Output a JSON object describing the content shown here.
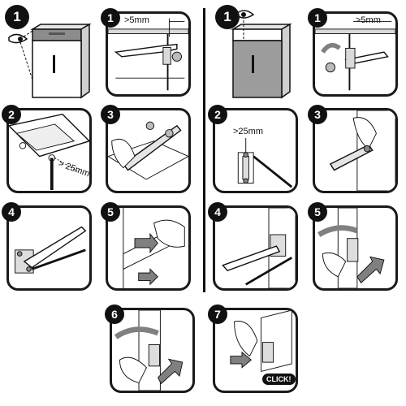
{
  "colors": {
    "ink": "#111111",
    "arrow": "#808080",
    "cabinet_grey": "#9c9c9c",
    "light_grey": "#d9d9d9"
  },
  "left_column": {
    "step_0": {
      "badge": "1",
      "icon": "eye-icon"
    },
    "step_1": {
      "badge": "1",
      "measure": ">5mm"
    },
    "step_2": {
      "badge": "2",
      "measure": "> 25mm"
    },
    "step_3": {
      "badge": "3"
    },
    "step_4": {
      "badge": "4"
    },
    "step_5": {
      "badge": "5"
    }
  },
  "right_column": {
    "step_0": {
      "badge": "1",
      "icon": "eye-icon"
    },
    "step_1": {
      "badge": "1",
      "measure": ">5mm"
    },
    "step_2": {
      "badge": "2",
      "measure": ">25mm"
    },
    "step_3": {
      "badge": "3"
    },
    "step_4": {
      "badge": "4"
    },
    "step_5": {
      "badge": "5"
    }
  },
  "bottom_row": {
    "step_6": {
      "badge": "6"
    },
    "step_7": {
      "badge": "7",
      "click_label": "CLICK!"
    }
  }
}
